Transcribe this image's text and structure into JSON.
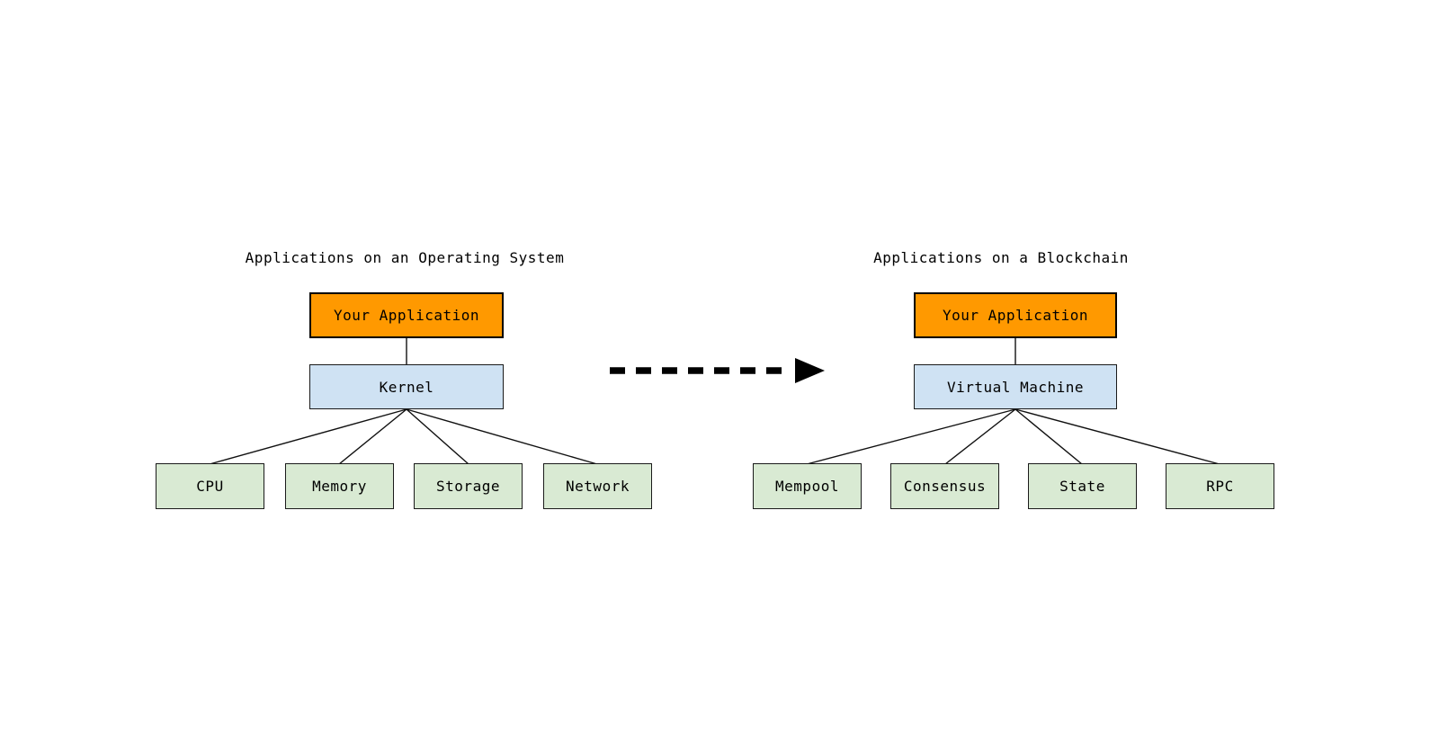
{
  "diagrams": {
    "left": {
      "title": "Applications on an Operating System",
      "app_box": "Your Application",
      "platform_box": "Kernel",
      "children": [
        "CPU",
        "Memory",
        "Storage",
        "Network"
      ]
    },
    "right": {
      "title": "Applications on a Blockchain",
      "app_box": "Your Application",
      "platform_box": "Virtual Machine",
      "children": [
        "Mempool",
        "Consensus",
        "State",
        "RPC"
      ]
    }
  },
  "colors": {
    "application_fill": "#ff9900",
    "platform_fill": "#cfe2f3",
    "component_fill": "#d9ead3",
    "border": "#000000",
    "arrow": "#000000",
    "background": "#ffffff"
  }
}
